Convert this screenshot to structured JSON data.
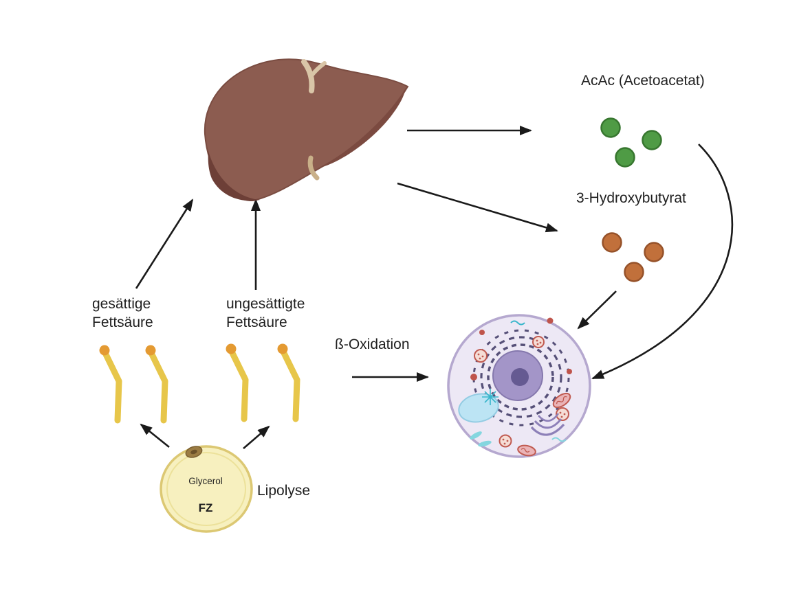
{
  "diagram": {
    "topic": "Lipolyse und Ketonkörper-Stoffwechsel (Leber, Fettzelle, Körperzelle)",
    "labels": {
      "acac": "AcAc (Acetoacetat)",
      "hydroxybutyrat": "3-Hydroxybutyrat",
      "beta_oxidation": "ß-Oxidation",
      "saturated_line1": "gesättige",
      "saturated_line2": "Fettsäure",
      "unsaturated_line1": "ungesättigte",
      "unsaturated_line2": "Fettsäure",
      "glycerol": "Glycerol",
      "fat_cell_abbrev": "FZ",
      "lipolyse": "Lipolyse"
    },
    "molecules": {
      "acac_circle_count": 3,
      "hydroxybutyrat_circle_count": 3,
      "fatty_acid_chain_count": 4
    },
    "illustrations": [
      "liver-illustration",
      "acac-molecules",
      "hydroxybutyrat-molecules",
      "body-cell-illustration",
      "fatty-acid-chains",
      "fat-cell-illustration"
    ],
    "arrows": [
      "liver-to-acac",
      "liver-to-hydroxybutyrat",
      "saturated-fatty-acid-to-liver",
      "unsaturated-fatty-acid-to-liver",
      "beta-oxidation-to-cell",
      "hydroxybutyrat-to-cell",
      "acac-curved-to-cell",
      "fat-cell-to-saturated",
      "fat-cell-to-unsaturated"
    ],
    "colors": {
      "background": "#ffffff",
      "text": "#1f1f1f",
      "arrow": "#1a1a1a",
      "liver_main": "#8c5c50",
      "liver_dark": "#6d3f37",
      "liver_ligament": "#d9c5a7",
      "acac_molecule": "#4f9b45",
      "hydroxybutyrat_molecule": "#c1703b",
      "fatty_acid_chain": "#e7c64a",
      "fatty_acid_head": "#e49a32",
      "fat_cell_fill": "#f7f0bf",
      "fat_cell_border": "#dcc873",
      "cell_fill": "#ede8f5",
      "cell_border": "#b5a8cf",
      "nucleus": "#a395c8",
      "nucleolus": "#655a92",
      "vacuole_blue": "#bce4f4",
      "organelle_red": "#c05a50",
      "organelle_teal": "#38b6cb"
    }
  }
}
